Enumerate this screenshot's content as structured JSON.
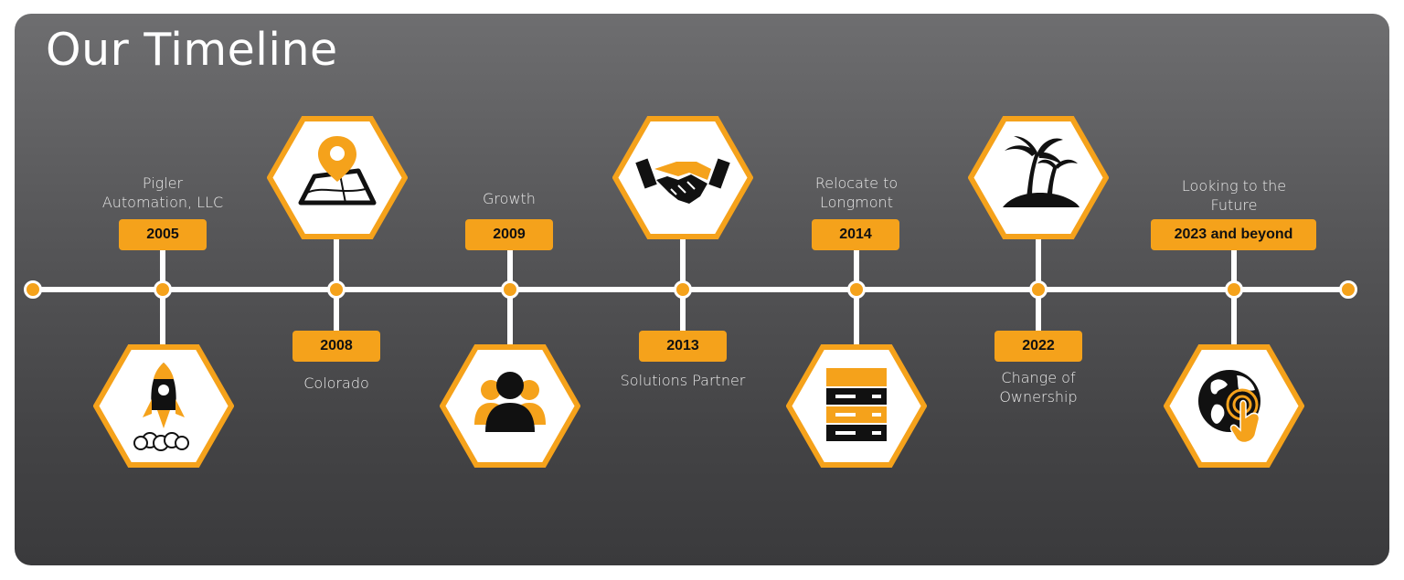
{
  "title": "Our Timeline",
  "milestones": [
    {
      "year": "2005",
      "label_line1": "Pigler",
      "label_line2": "Automation, LLC",
      "icon": "rocket-icon"
    },
    {
      "year": "2008",
      "label_line1": "Colorado",
      "label_line2": "",
      "icon": "map-pin-icon"
    },
    {
      "year": "2009",
      "label_line1": "Growth",
      "label_line2": "",
      "icon": "people-group-icon"
    },
    {
      "year": "2013",
      "label_line1": "Solutions Partner",
      "label_line2": "",
      "icon": "handshake-icon"
    },
    {
      "year": "2014",
      "label_line1": "Relocate to",
      "label_line2": "Longmont",
      "icon": "server-icon"
    },
    {
      "year": "2022",
      "label_line1": "Change of",
      "label_line2": "Ownership",
      "icon": "palm-island-icon"
    },
    {
      "year": "2023 and beyond",
      "label_line1": "Looking to the",
      "label_line2": "Future",
      "icon": "globe-touch-icon"
    }
  ],
  "colors": {
    "accent": "#f5a21b",
    "line": "#ffffff",
    "panel_top": "#6e6e70",
    "panel_bottom": "#3a3a3c",
    "icon": "#111111"
  }
}
